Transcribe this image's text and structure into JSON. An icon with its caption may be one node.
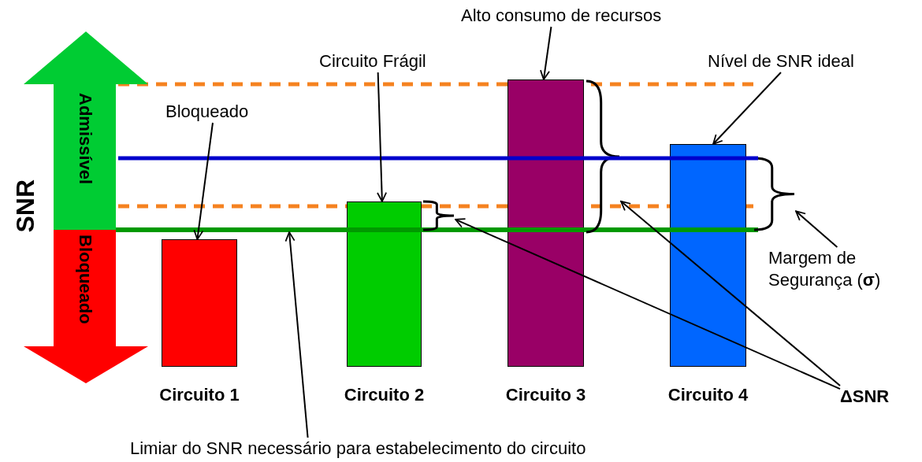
{
  "diagram": {
    "nodes": [
      {
        "text": [
          "Admissível"
        ]
      },
      {
        "text": [
          "Bloqueado"
        ]
      },
      {
        "text": [],
        "shape": "bar",
        "beside": [
          "Circuito 1"
        ]
      },
      {
        "text": [],
        "shape": "bar",
        "beside": [
          "Circuito 2"
        ]
      },
      {
        "text": [],
        "shape": "bar",
        "beside": [
          "Circuito 3"
        ]
      },
      {
        "text": [],
        "shape": "bar",
        "beside": [
          "Circuito 4"
        ]
      },
      {
        "text": [
          "Bloqueado"
        ]
      },
      {
        "text": [
          "Circuito Frágil"
        ]
      },
      {
        "text": [
          "Alto consumo de recursos"
        ]
      },
      {
        "text": [
          "Nível de SNR ideal"
        ]
      },
      {
        "text": [
          "Limiar do SNR necessário para estabelecimento do circuito"
        ]
      },
      {
        "text": [],
        "shape": "line"
      },
      {
        "text": [
          "Margem de Segurança (**σ**)"
        ]
      },
      {
        "text": [],
        "shape": "brace"
      },
      {
        "text": [
          "ΔSNR"
        ]
      },
      {
        "text": [],
        "shape": "brace"
      },
      {
        "text": [],
        "shape": "brace"
      }
    ],
    "edges": [
      {
        "from": 6,
        "to": 2,
        "arrow": "to"
      },
      {
        "from": 7,
        "to": 3,
        "arrow": "to"
      },
      {
        "from": 8,
        "to": 4,
        "arrow": "to"
      },
      {
        "from": 9,
        "to": 5,
        "arrow": "to"
      },
      {
        "from": 10,
        "to": 11,
        "arrow": "to"
      },
      {
        "from": 12,
        "to": 13,
        "arrow": "to"
      },
      {
        "from": 14,
        "to": 16,
        "arrow": "to"
      },
      {
        "from": 14,
        "to": 15,
        "arrow": "to"
      }
    ],
    "labels": [
      "SNR"
    ]
  }
}
